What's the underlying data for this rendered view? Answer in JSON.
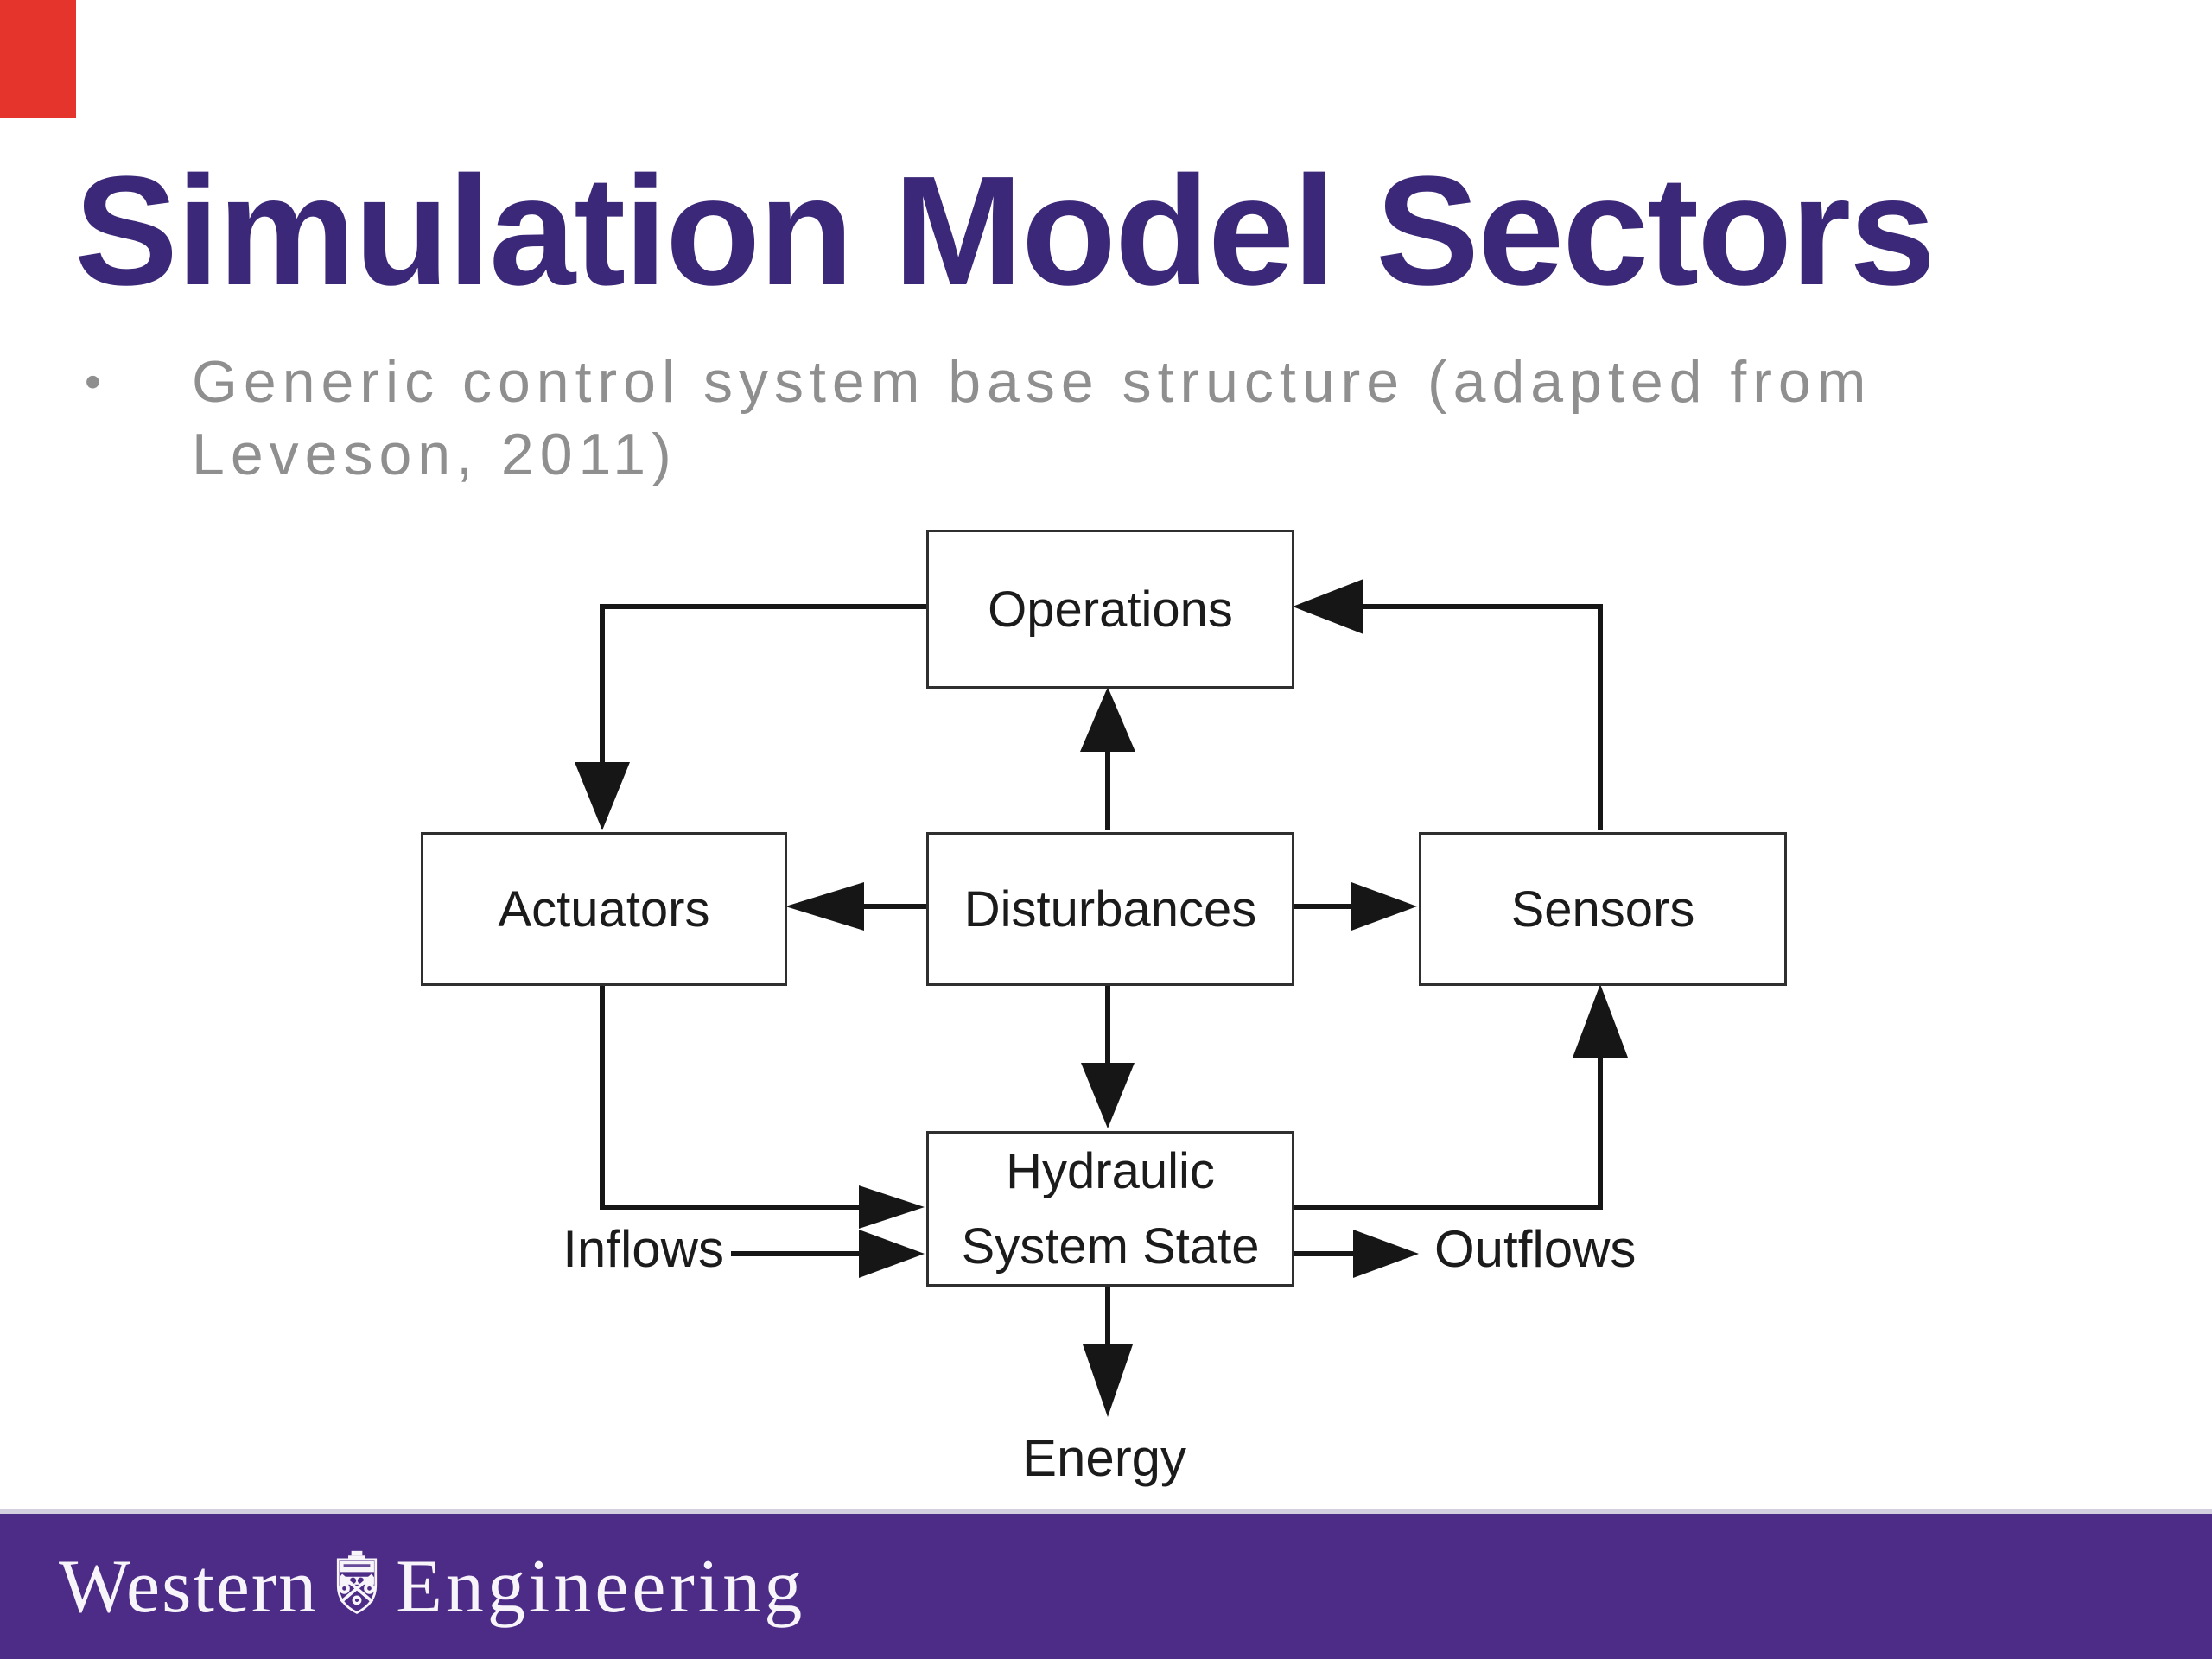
{
  "slide": {
    "title": "Simulation Model Sectors",
    "bullet": {
      "marker": "•",
      "line1": "Generic control system base structure (adapted from",
      "line2": "Leveson, 2011)"
    }
  },
  "diagram": {
    "boxes": {
      "operations": "Operations",
      "actuators": "Actuators",
      "disturbances": "Disturbances",
      "sensors": "Sensors",
      "hydraulic": [
        "Hydraulic",
        "System State"
      ]
    },
    "flow_labels": {
      "inflows": "Inflows",
      "outflows": "Outflows",
      "energy": "Energy"
    },
    "connections": [
      "Operations → Actuators",
      "Sensors → Operations",
      "Disturbances → Operations",
      "Disturbances → Actuators",
      "Disturbances → Sensors",
      "Disturbances → Hydraulic System State",
      "Actuators → Hydraulic System State",
      "Hydraulic System State → Sensors",
      "Inflows → Hydraulic System State",
      "Hydraulic System State → Outflows",
      "Hydraulic System State → Energy"
    ]
  },
  "footer": {
    "brand_word1": "Western",
    "brand_word2": "Engineering",
    "crest": "western-university-crest-icon"
  },
  "colors": {
    "background": "#FFFFFF",
    "title_text": "#3C2878",
    "bullet_text": "#8F8F8F",
    "diagram_line": "#161616",
    "box_border": "#2F2F2F",
    "box_text": "#1B1B1B",
    "footer_bg": "#4D2C87",
    "footer_text": "#F7F5FA",
    "red_marker": "#E5342B"
  }
}
